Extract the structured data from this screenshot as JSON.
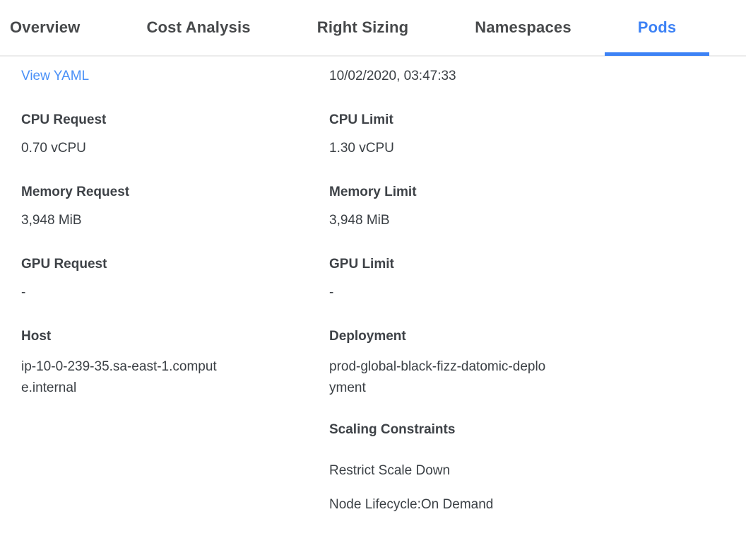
{
  "tabs": [
    {
      "label": "Overview",
      "active": false
    },
    {
      "label": "Cost Analysis",
      "active": false
    },
    {
      "label": "Right Sizing",
      "active": false
    },
    {
      "label": "Namespaces",
      "active": false
    },
    {
      "label": "Pods",
      "active": true
    }
  ],
  "colors": {
    "active_tab_blue": "#3d82f5",
    "link_blue": "#4a90f7",
    "text_dark": "#3e4247",
    "divider_gray": "#ececec"
  },
  "detail": {
    "view_yaml_label": "View YAML",
    "timestamp": "10/02/2020, 03:47:33",
    "left_fields": [
      {
        "label": "CPU Request",
        "value": "0.70 vCPU"
      },
      {
        "label": "Memory Request",
        "value": "3,948 MiB"
      },
      {
        "label": "GPU Request",
        "value": "-"
      },
      {
        "label": "Host",
        "value": "ip-10-0-239-35.sa-east-1.compute.internal"
      }
    ],
    "right_fields": [
      {
        "label": "CPU Limit",
        "value": "1.30 vCPU"
      },
      {
        "label": "Memory Limit",
        "value": "3,948 MiB"
      },
      {
        "label": "GPU Limit",
        "value": "-"
      },
      {
        "label": "Deployment",
        "value": "prod-global-black-fizz-datomic-deployment"
      }
    ],
    "scaling_constraints": {
      "heading": "Scaling Constraints",
      "items": [
        "Restrict Scale Down",
        "Node Lifecycle:On Demand"
      ]
    }
  }
}
